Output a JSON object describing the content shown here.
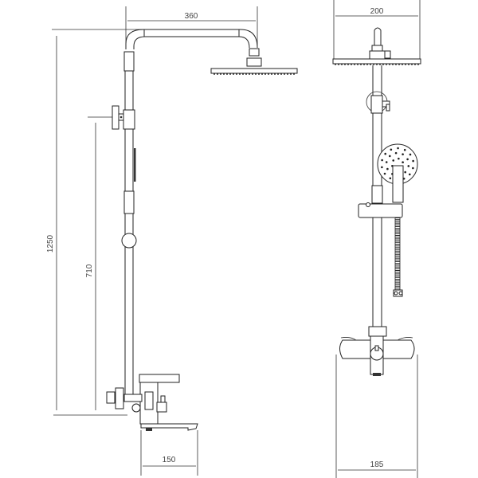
{
  "title": "Shower system dimension drawing",
  "colors": {
    "line": "#222222",
    "dimension": "#444444",
    "background": "#ffffff"
  },
  "side_view": {
    "dimensions": {
      "arm_reach": "360",
      "total_height": "1250",
      "mixer_to_holder_height": "710",
      "spout_length": "150"
    }
  },
  "front_view": {
    "dimensions": {
      "head_diameter": "200",
      "mixer_width": "185"
    }
  }
}
